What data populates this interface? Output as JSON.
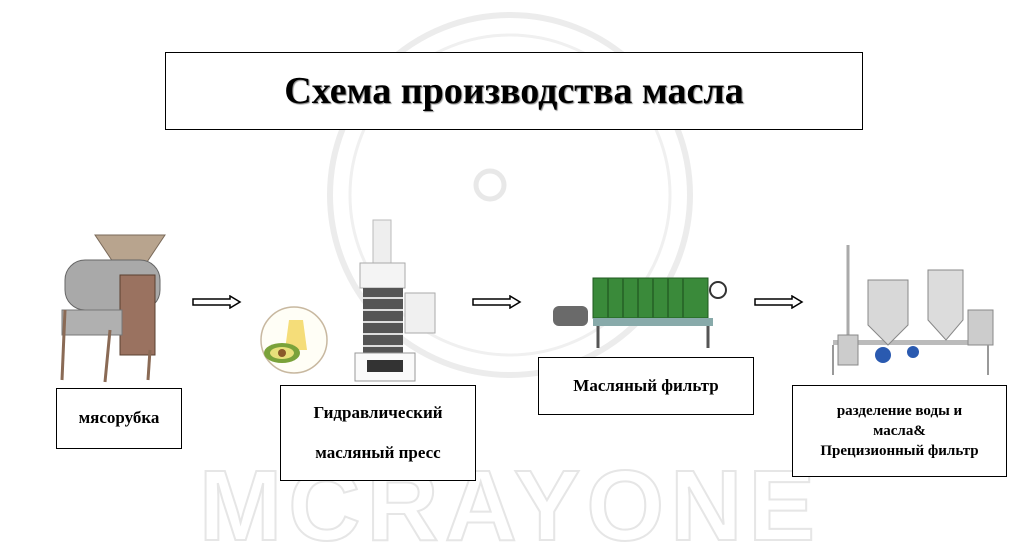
{
  "title": "Схема производства масла",
  "steps": [
    {
      "label": "мясорубка"
    },
    {
      "line1": "Гидравлический",
      "line2": "масляный пресс"
    },
    {
      "label": "Масляный фильтр"
    },
    {
      "line1": "разделение воды и",
      "line2": "масла&",
      "line3": "Прецизионный фильтр"
    }
  ],
  "watermark": "MCRAYONE",
  "icons": [
    "grinder-machine",
    "avocado-oil",
    "hydraulic-press",
    "filter-press",
    "separation-tanks",
    "arrow-right"
  ]
}
